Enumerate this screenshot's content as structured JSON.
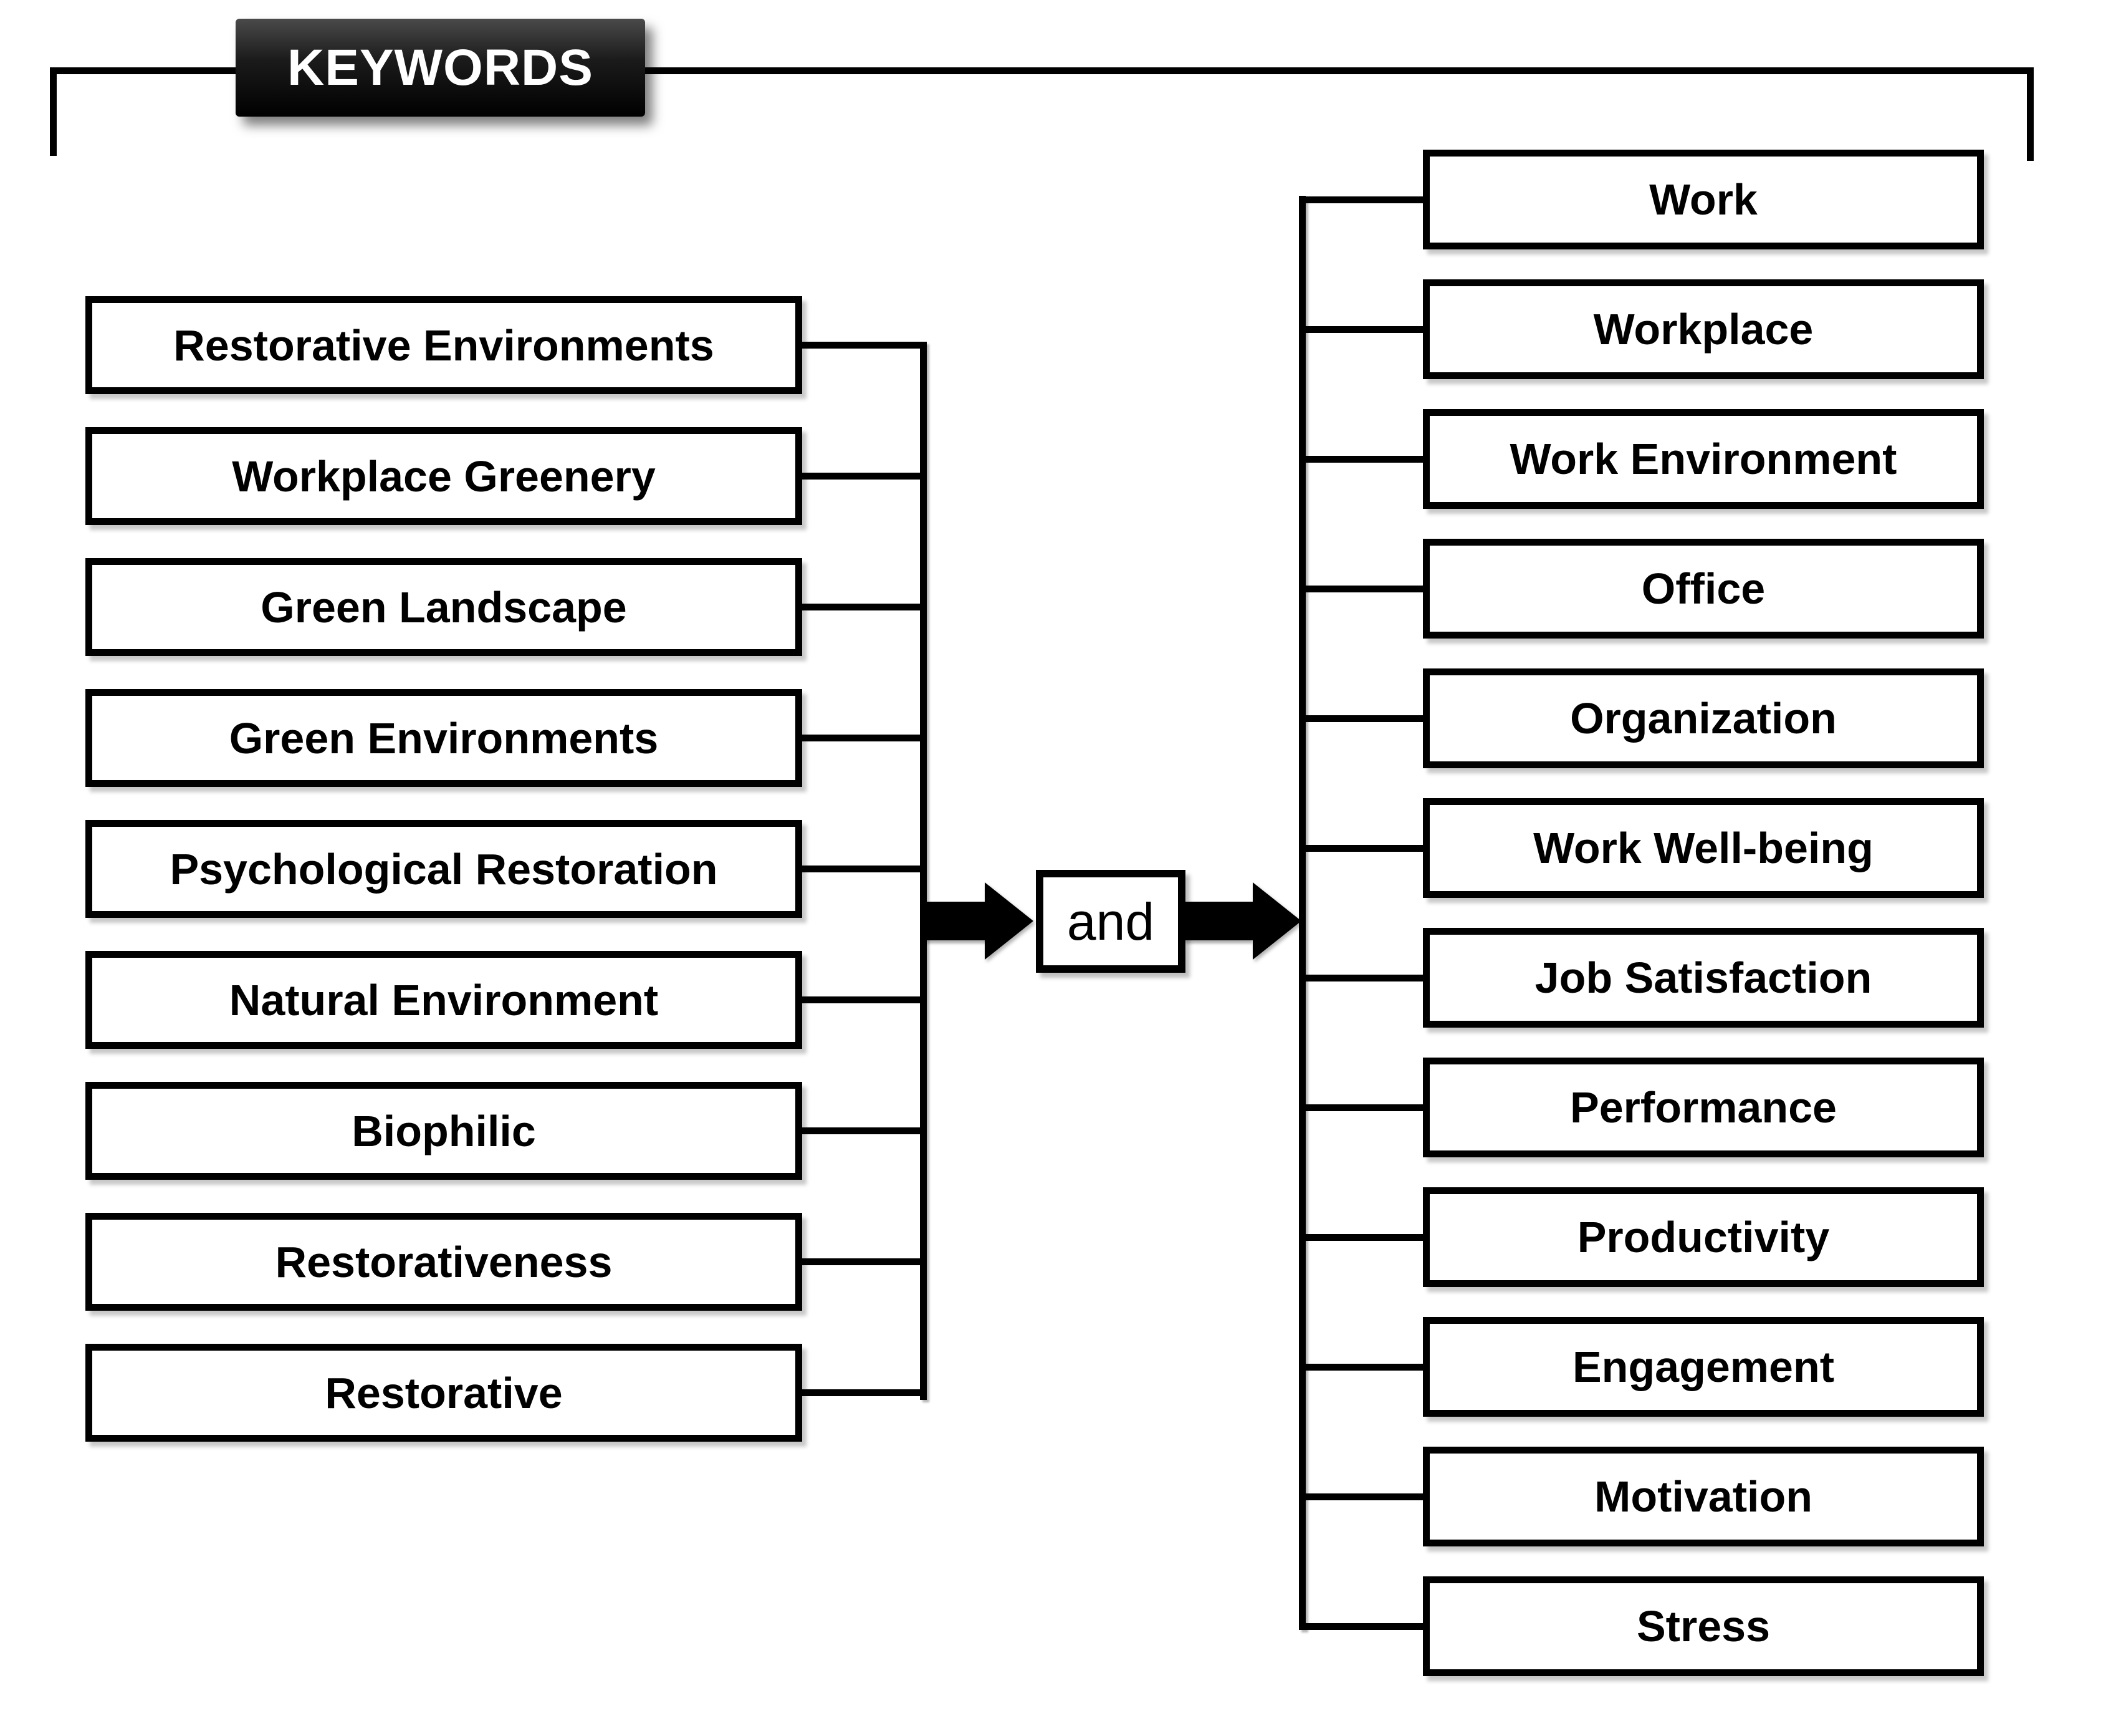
{
  "diagram": {
    "title": "KEYWORDS",
    "operator": "and"
  },
  "left_keywords": [
    "Restorative Environments",
    "Workplace Greenery",
    "Green Landscape",
    "Green Environments",
    "Psychological Restoration",
    "Natural Environment",
    "Biophilic",
    "Restorativeness",
    "Restorative"
  ],
  "right_keywords": [
    "Work",
    "Workplace",
    "Work Environment",
    "Office",
    "Organization",
    "Work Well-being",
    "Job Satisfaction",
    "Performance",
    "Productivity",
    "Engagement",
    "Motivation",
    "Stress"
  ],
  "colors": {
    "foreground": "#000000",
    "background": "#ffffff",
    "title_background": "#0c0c0c",
    "title_foreground": "#ffffff"
  }
}
